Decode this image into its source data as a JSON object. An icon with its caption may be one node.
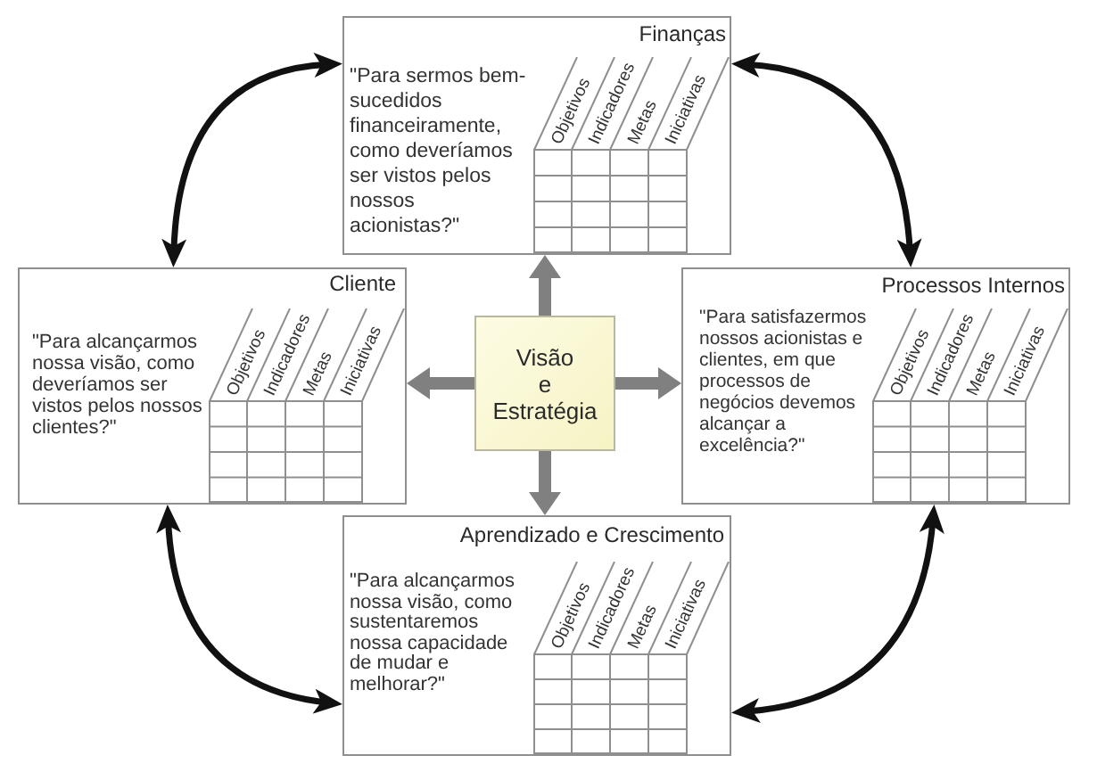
{
  "diagram": {
    "nodes": [
      {
        "text": [
          "Finanças",
          "\"Para sermos bem-sucedidos financeiramente, como deveríamos ser vistos pelos nossos acionistas?\""
        ]
      },
      {
        "text": [
          "Objetivos",
          "Indicadores",
          "Metas",
          "Iniciativas"
        ],
        "in": 0
      },
      {
        "text": [
          "Cliente",
          "\"Para alcançarmos nossa visão, como deveríamos ser vistos pelos nossos clientes?\""
        ]
      },
      {
        "text": [
          "Objetivos",
          "Indicadores",
          "Metas",
          "Iniciativas"
        ],
        "in": 2
      },
      {
        "text": [
          "Visão e Estratégia"
        ]
      },
      {
        "text": [
          "Processos Internos",
          "\"Para satisfazermos nossos acionistas e clientes, em que processos de negócios devemos alcançar a excelência?\""
        ]
      },
      {
        "text": [
          "Objetivos",
          "Indicadores",
          "Metas",
          "Iniciativas"
        ],
        "in": 5
      },
      {
        "text": [
          "Aprendizado e Crescimento",
          "\"Para alcançarmos nossa visão, como sustentaremos nossa capacidade de mudar e melhorar?\""
        ]
      },
      {
        "text": [
          "Objetivos",
          "Indicadores",
          "Metas",
          "Iniciativas"
        ],
        "in": 7
      }
    ],
    "edges": [
      {
        "from": 4,
        "to": 0,
        "arrow": "to",
        "style": "thick",
        "color": "#808080"
      },
      {
        "from": 4,
        "to": 2,
        "arrow": "to",
        "style": "thick",
        "color": "#808080"
      },
      {
        "from": 4,
        "to": 5,
        "arrow": "to",
        "style": "thick",
        "color": "#808080"
      },
      {
        "from": 4,
        "to": 7,
        "arrow": "to",
        "style": "thick",
        "color": "#808080"
      },
      {
        "from": 0,
        "to": 2,
        "arrow": "both",
        "color": "#111111"
      },
      {
        "from": 0,
        "to": 5,
        "arrow": "both",
        "color": "#111111"
      },
      {
        "from": 2,
        "to": 7,
        "arrow": "both",
        "color": "#111111"
      },
      {
        "from": 5,
        "to": 7,
        "arrow": "both",
        "color": "#111111"
      }
    ]
  }
}
